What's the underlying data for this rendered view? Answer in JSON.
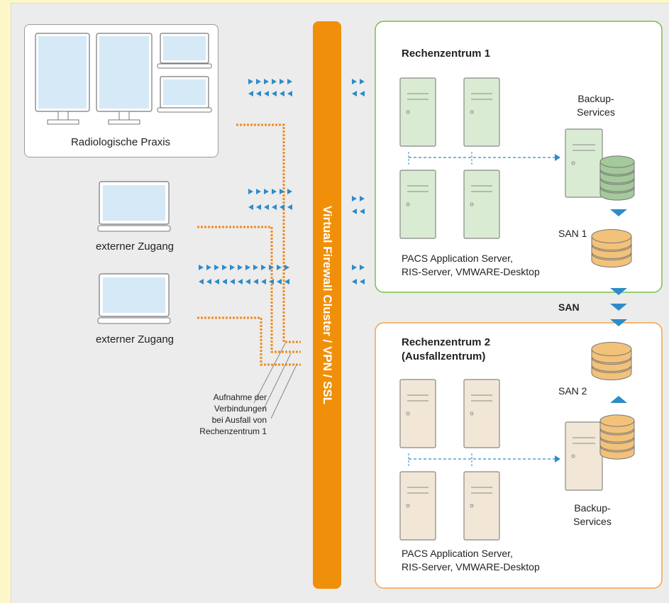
{
  "praxis_label": "Radiologische Praxis",
  "external_access_1": "externer Zugang",
  "external_access_2": "externer Zugang",
  "firewall_label": "Virtual Firewall Cluster / VPN / SSL",
  "failover_note": [
    "Aufnahme der",
    "Verbindungen",
    "bei Ausfall von",
    "Rechenzentrum 1"
  ],
  "dc1": {
    "title": "Rechenzentrum 1",
    "backup_label": [
      "Backup-",
      "Services"
    ],
    "san_label": "SAN 1",
    "servers_caption": [
      "PACS Application Server,",
      "RIS-Server, VMWARE-Desktop"
    ]
  },
  "san_link_label": "SAN",
  "dc2": {
    "title": [
      "Rechenzentrum 2",
      "(Ausfallzentrum)"
    ],
    "san_label": "SAN 2",
    "backup_label": [
      "Backup-",
      "Services"
    ],
    "servers_caption": [
      "PACS Application Server,",
      "RIS-Server, VMWARE-Desktop"
    ]
  },
  "colors": {
    "page_background": "#fdf6c8",
    "panel_background": "#ececec",
    "firewall_orange": "#f0900a",
    "connection_dotted_orange": "#f08c1e",
    "arrow_blue": "#2d8cc8",
    "dc1_border_green": "#7dbd4b",
    "dc1_server_fill": "#d9ecd3",
    "dc2_border_orange": "#f5a34a",
    "dc2_server_fill": "#f2e7d6",
    "san_disk_orange": "#f2c27a",
    "backup_disk_green": "#a4c99a",
    "monitor_screen": "#d5e9f7"
  }
}
